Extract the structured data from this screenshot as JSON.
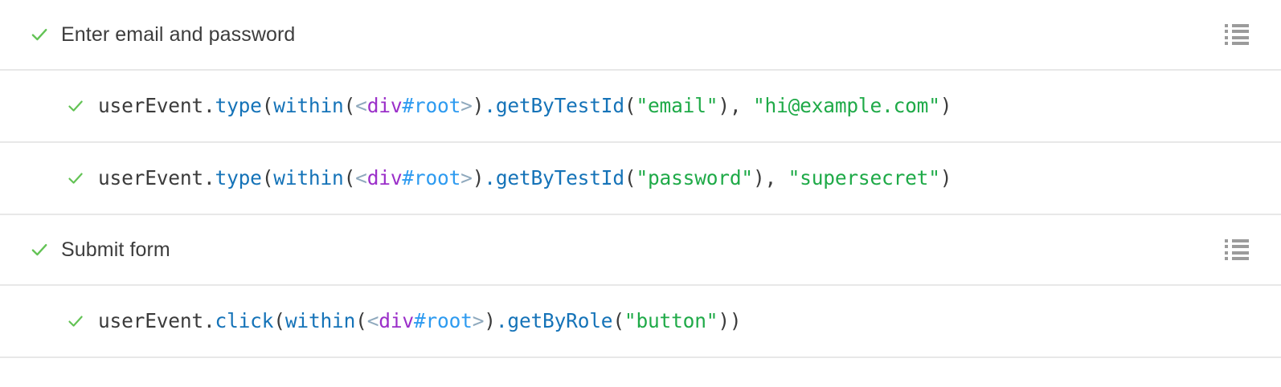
{
  "app": {
    "name": "test-runner-results",
    "colors": {
      "pass": "#63c355",
      "background": "#ffffff",
      "divider": "#e8e8e8",
      "heading_text": "#3d3d3d",
      "code_plain": "#3b3b3b",
      "code_function": "#1573b8",
      "code_string": "#1faa48",
      "code_tag_bracket": "#8fa9bd",
      "code_tag_name": "#9b2fc9",
      "code_element_id": "#2e9bf0",
      "icon_grey": "#9b9b9b"
    }
  },
  "rows": [
    {
      "kind": "suite",
      "status": "passed",
      "status_icon": "check-icon",
      "title": "Enter email and password",
      "log_icon": "list-icon",
      "has_log_icon": true
    },
    {
      "kind": "command",
      "status": "passed",
      "status_icon": "check-icon",
      "has_log_icon": false,
      "code_text": "userEvent.type(within(<div#root>).getByTestId(\"email\"), \"hi@example.com\")",
      "tokens": [
        {
          "t": "userEvent.",
          "c": "plain"
        },
        {
          "t": "type",
          "c": "fn"
        },
        {
          "t": "(",
          "c": "punct"
        },
        {
          "t": "within",
          "c": "fn"
        },
        {
          "t": "(",
          "c": "punct"
        },
        {
          "t": "<",
          "c": "tagmark"
        },
        {
          "t": "div",
          "c": "tagname"
        },
        {
          "t": "#root",
          "c": "id"
        },
        {
          "t": ">",
          "c": "tagmark"
        },
        {
          "t": ")",
          "c": "punct"
        },
        {
          "t": ".",
          "c": "fn"
        },
        {
          "t": "getByTestId",
          "c": "fn"
        },
        {
          "t": "(",
          "c": "punct"
        },
        {
          "t": "\"email\"",
          "c": "string"
        },
        {
          "t": "), ",
          "c": "punct"
        },
        {
          "t": "\"hi@example.com\"",
          "c": "string"
        },
        {
          "t": ")",
          "c": "punct"
        }
      ]
    },
    {
      "kind": "command",
      "status": "passed",
      "status_icon": "check-icon",
      "has_log_icon": false,
      "code_text": "userEvent.type(within(<div#root>).getByTestId(\"password\"), \"supersecret\")",
      "tokens": [
        {
          "t": "userEvent.",
          "c": "plain"
        },
        {
          "t": "type",
          "c": "fn"
        },
        {
          "t": "(",
          "c": "punct"
        },
        {
          "t": "within",
          "c": "fn"
        },
        {
          "t": "(",
          "c": "punct"
        },
        {
          "t": "<",
          "c": "tagmark"
        },
        {
          "t": "div",
          "c": "tagname"
        },
        {
          "t": "#root",
          "c": "id"
        },
        {
          "t": ">",
          "c": "tagmark"
        },
        {
          "t": ")",
          "c": "punct"
        },
        {
          "t": ".",
          "c": "fn"
        },
        {
          "t": "getByTestId",
          "c": "fn"
        },
        {
          "t": "(",
          "c": "punct"
        },
        {
          "t": "\"password\"",
          "c": "string"
        },
        {
          "t": "), ",
          "c": "punct"
        },
        {
          "t": "\"supersecret\"",
          "c": "string"
        },
        {
          "t": ")",
          "c": "punct"
        }
      ]
    },
    {
      "kind": "suite",
      "status": "passed",
      "status_icon": "check-icon",
      "title": "Submit form",
      "log_icon": "list-icon",
      "has_log_icon": true
    },
    {
      "kind": "command",
      "status": "passed",
      "status_icon": "check-icon",
      "has_log_icon": false,
      "code_text": "userEvent.click(within(<div#root>).getByRole(\"button\"))",
      "tokens": [
        {
          "t": "userEvent.",
          "c": "plain"
        },
        {
          "t": "click",
          "c": "fn"
        },
        {
          "t": "(",
          "c": "punct"
        },
        {
          "t": "within",
          "c": "fn"
        },
        {
          "t": "(",
          "c": "punct"
        },
        {
          "t": "<",
          "c": "tagmark"
        },
        {
          "t": "div",
          "c": "tagname"
        },
        {
          "t": "#root",
          "c": "id"
        },
        {
          "t": ">",
          "c": "tagmark"
        },
        {
          "t": ")",
          "c": "punct"
        },
        {
          "t": ".",
          "c": "fn"
        },
        {
          "t": "getByRole",
          "c": "fn"
        },
        {
          "t": "(",
          "c": "punct"
        },
        {
          "t": "\"button\"",
          "c": "string"
        },
        {
          "t": "))",
          "c": "punct"
        }
      ]
    }
  ]
}
